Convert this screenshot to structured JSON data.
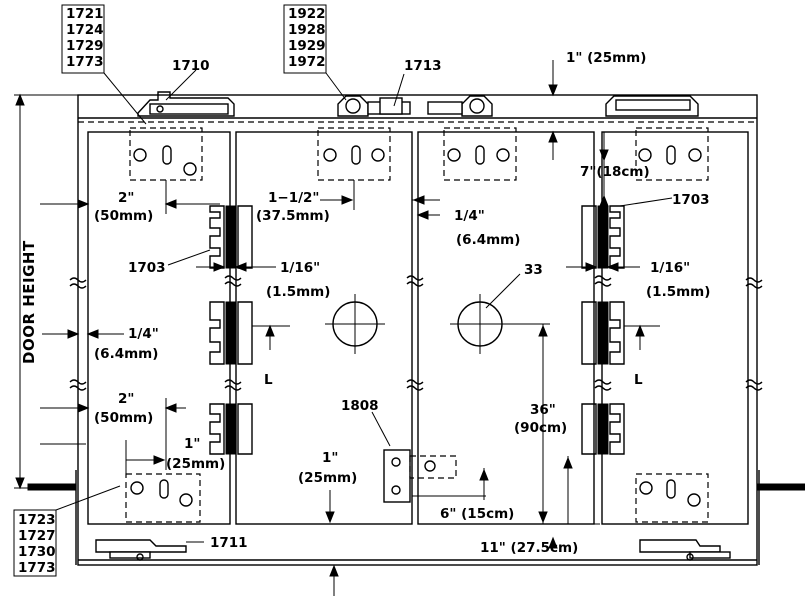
{
  "labels": {
    "part_group_top_left": [
      "1721",
      "1724",
      "1729",
      "1773"
    ],
    "part_group_top_center": [
      "1922",
      "1928",
      "1929",
      "1972"
    ],
    "part_group_bottom_left": [
      "1723",
      "1727",
      "1730",
      "1773"
    ],
    "part_1710": "1710",
    "part_1713": "1713",
    "part_1703_left": "1703",
    "part_1703_right": "1703",
    "part_1711": "1711",
    "part_1808": "1808",
    "part_33": "33",
    "door_height": "DOOR  HEIGHT",
    "dim_top_gap": "1\"  (25mm)",
    "dim_left_2_top_in": "2\"",
    "dim_left_2_top_mm": "(50mm)",
    "dim_center_1_5_in": "1−1/2\"",
    "dim_center_1_5_mm": "(37.5mm)",
    "dim_quarter_center_in": "1/4\"",
    "dim_quarter_center_mm": "(6.4mm)",
    "dim_7_in": "7\"(18cm)",
    "dim_1_16_left_in": "1/16\"",
    "dim_1_16_left_mm": "(1.5mm)",
    "dim_1_16_right_in": "1/16\"",
    "dim_1_16_right_mm": "(1.5mm)",
    "dim_quarter_left_in": "1/4\"",
    "dim_quarter_left_mm": "(6.4mm)",
    "dim_left_2_bottom_in": "2\"",
    "dim_left_2_bottom_mm": "(50mm)",
    "dim_1_bottom_left_in": "1\"",
    "dim_1_bottom_left_mm": "(25mm)",
    "dim_1_center_in": "1\"",
    "dim_1_center_mm": "(25mm)",
    "dim_36_in": "36\"",
    "dim_36_cm": "(90cm)",
    "dim_6_in": "6\"  (15cm)",
    "dim_11_in": "11\"  (27.5cm)",
    "centerline_symbol": "L"
  }
}
